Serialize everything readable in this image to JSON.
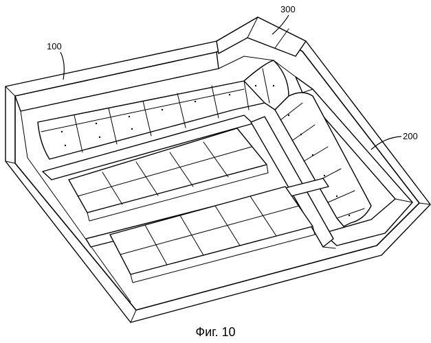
{
  "labels": {
    "ref_100": "100",
    "ref_200": "200",
    "ref_300": "300"
  },
  "caption": "Фиг. 10"
}
